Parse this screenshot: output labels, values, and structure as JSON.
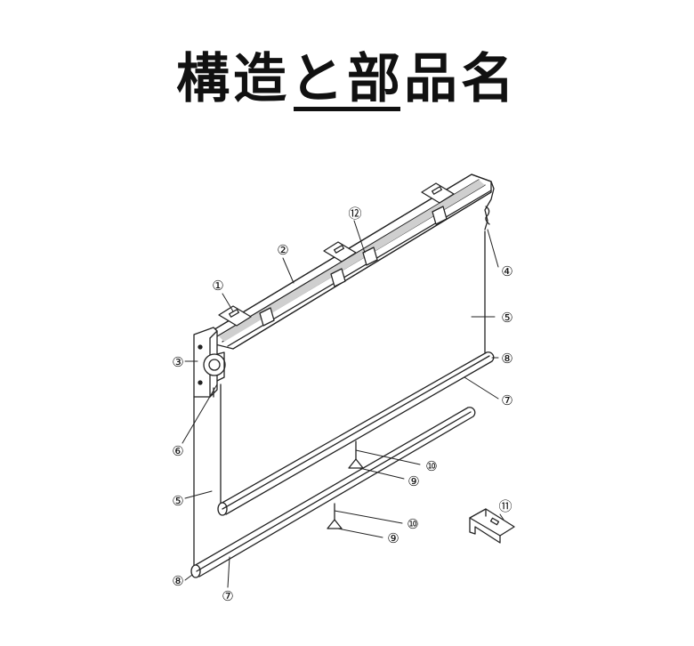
{
  "header": {
    "title": "構造と部品名"
  },
  "labels": {
    "l1": "①",
    "l2": "②",
    "l3": "③",
    "l4": "④",
    "l5a": "⑤",
    "l5b": "⑤",
    "l6": "⑥",
    "l7a": "⑦",
    "l7b": "⑦",
    "l8a": "⑧",
    "l8b": "⑧",
    "l9a": "⑨",
    "l9b": "⑨",
    "l10a": "⑩",
    "l10b": "⑩",
    "l11": "⑪",
    "l12": "⑫"
  },
  "colors": {
    "line": "#222222",
    "fill": "#ffffff",
    "shade": "#cfcfcf"
  }
}
